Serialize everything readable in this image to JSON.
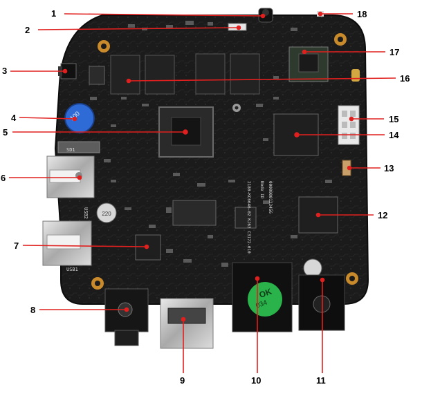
{
  "figure": {
    "callouts": [
      "1",
      "2",
      "3",
      "4",
      "5",
      "6",
      "7",
      "8",
      "9",
      "10",
      "11",
      "12",
      "13",
      "14",
      "15",
      "16",
      "17",
      "18"
    ],
    "board_labels": {
      "sd_slot": "SD1",
      "usb_port_2": "USB2",
      "usb_port_1": "USB1",
      "node_id": "Node ID",
      "serial_line_1": "2180-KC6646-02 KJ63 C3172-010",
      "serial_line_2": "0000000123456",
      "capacitor_marking": "220",
      "qc_sticker_line_1": "OK",
      "qc_sticker_line_2": "034",
      "button_marking": "100"
    },
    "colors": {
      "board": "#1b1b1b",
      "callout_line": "#e0201e",
      "marker_dot": "#e0201e",
      "sticker": "#29b34a",
      "battery": "#2f6bd6",
      "hdmi": "#bfbfbf",
      "connector_metal": "#c7c7c7"
    }
  }
}
